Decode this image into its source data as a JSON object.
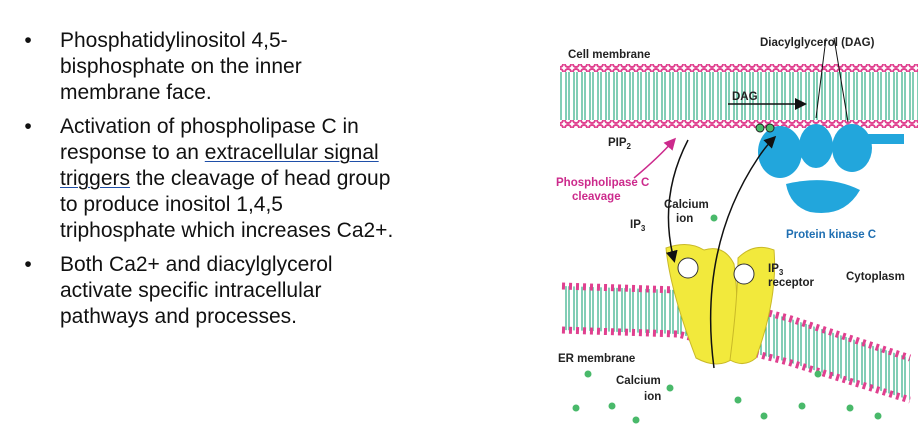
{
  "bullets": [
    {
      "marker": "•",
      "lines": [
        "Phosphatidylinositol 4,5-",
        "bisphosphate on the inner",
        "membrane face."
      ]
    },
    {
      "marker": "•",
      "parts": {
        "l1": "Activation of phospholipase C in",
        "l2a": "response to an ",
        "l2b": "extracellular signal",
        "l3a": "triggers",
        "l3b": " the cleavage of head group",
        "l4": "to produce inositol 1,4,5",
        "l5": "triphosphate which increases Ca2+."
      }
    },
    {
      "marker": "•",
      "lines": [
        "Both Ca2+ and diacylglycerol",
        "activate specific intracellular",
        "pathways and processes."
      ]
    }
  ],
  "diagram": {
    "cell_membrane": "Cell membrane",
    "dag_top": "Diacylglycerol (DAG)",
    "dag": "DAG",
    "pip2": "PIP",
    "pip2_sub": "2",
    "plc_line1": "Phospholipase C",
    "plc_line2": "cleavage",
    "calcium_top_1": "Calcium",
    "calcium_top_2": "ion",
    "ip3": "IP",
    "ip3_sub": "3",
    "pkc": "Protein kinase C",
    "ip3r_1": "IP",
    "ip3r_1_sub": "3",
    "ip3r_2": "receptor",
    "cytoplasm": "Cytoplasm",
    "er_membrane": "ER membrane",
    "calcium_bot_1": "Calcium",
    "calcium_bot_2": "ion"
  },
  "colors": {
    "membrane_head": "#e0408f",
    "membrane_tail": "#2fae86",
    "kinase": "#22a6dc",
    "receptor": "#f2e93c",
    "calcium": "#49b96a",
    "arrow": "#111111",
    "pink_label": "#cc2a8c",
    "blue_label": "#1f6fb2"
  }
}
